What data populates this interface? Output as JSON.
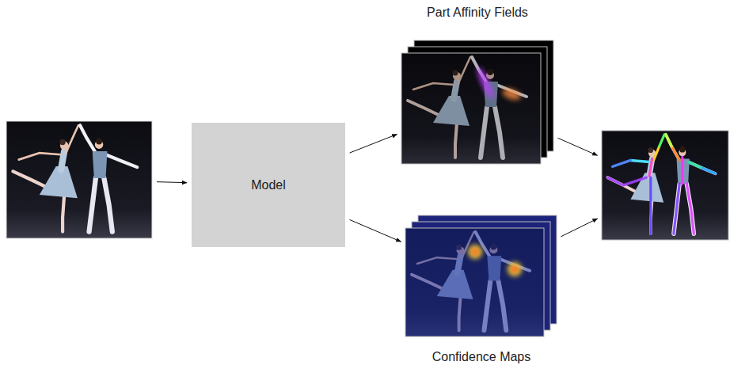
{
  "diagram": {
    "nodes": [
      {
        "text": []
      },
      {
        "text": [
          "Model"
        ]
      },
      {
        "text": [
          "Part Affinity Fields"
        ]
      },
      {
        "text": [
          "Confidence Maps"
        ]
      },
      {
        "text": []
      }
    ],
    "edges": [
      {
        "from": 0,
        "to": 1,
        "arrow": "to"
      },
      {
        "from": 1,
        "to": 2,
        "arrow": "to"
      },
      {
        "from": 1,
        "to": 3,
        "arrow": "to"
      },
      {
        "from": 2,
        "to": 4,
        "arrow": "to"
      },
      {
        "from": 3,
        "to": 4,
        "arrow": "to"
      }
    ]
  }
}
